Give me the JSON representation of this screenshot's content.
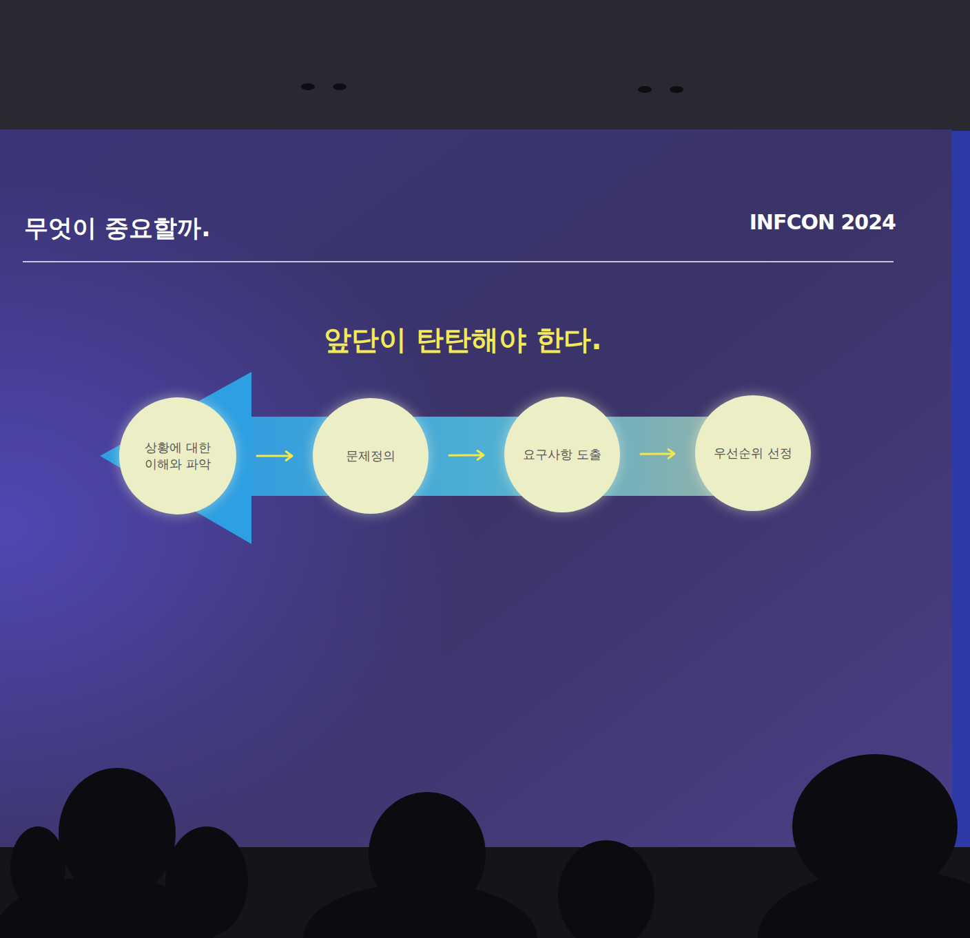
{
  "diagram": {
    "title": "무엇이 중요할까.",
    "nodes": [
      {
        "text": [
          "상황에 대한 이해와 파악"
        ]
      },
      {
        "text": [
          "문제정의"
        ]
      },
      {
        "text": [
          "요구사항 도출"
        ]
      },
      {
        "text": [
          "우선순위 선정"
        ]
      }
    ],
    "edges": [
      {
        "from": 0,
        "to": 1,
        "arrow": "to"
      },
      {
        "from": 1,
        "to": 2,
        "arrow": "to"
      },
      {
        "from": 2,
        "to": 3,
        "arrow": "to"
      }
    ],
    "labels": [
      "INFCON 2024",
      "앞단이 탄탄해야 한다."
    ]
  }
}
